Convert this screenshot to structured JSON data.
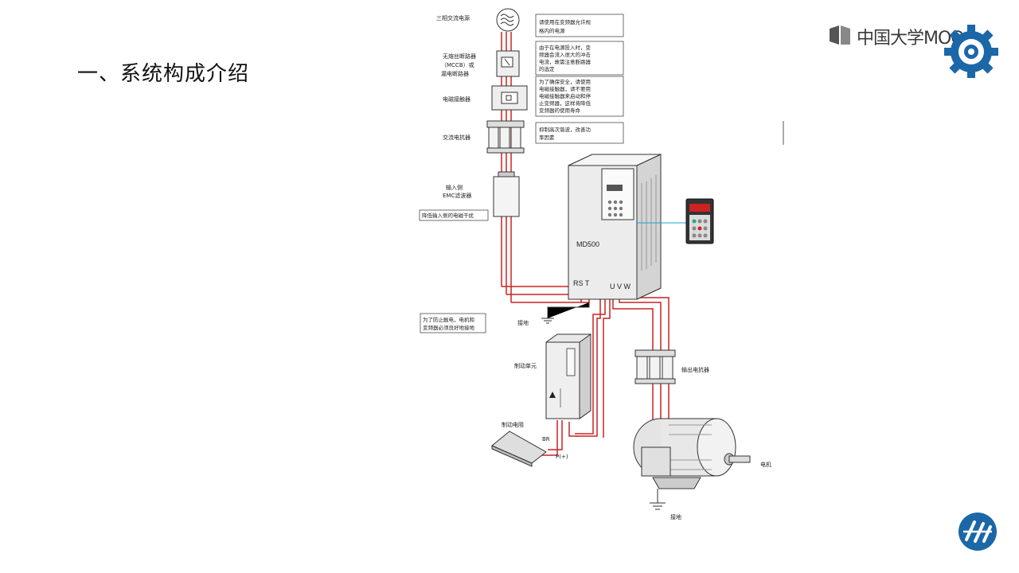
{
  "slide": {
    "title": "一、系统构成介绍"
  },
  "brand": {
    "mooc_text": "中国大学MOOC",
    "logo_icon": "gear-logo-icon",
    "footer_icon": "university-logo-icon"
  },
  "components": {
    "power": "三相交流电源",
    "breaker": [
      "无熔丝断路器",
      "（MCCB）或",
      "漏电断路器"
    ],
    "contactor": "电磁接触器",
    "ac_reactor": "交流电抗器",
    "emc_filter": [
      "输入侧",
      "EMC滤波器"
    ],
    "ground_top": "接地",
    "brake_unit": "制动单元",
    "brake_resistor": "制动电阻",
    "out_reactor": "输出电抗器",
    "motor": "电机",
    "ground_bottom": "接地",
    "inverter_model": "MD500",
    "terminals_in": "RS T",
    "terminals_out": "U V W",
    "br_label": "BR",
    "p_label": "P(+)",
    "minus_label": "–"
  },
  "notes": {
    "power": [
      "请使用在变频器允许规",
      "格内的电源"
    ],
    "breaker": [
      "由于在电源投入时，变",
      "频器会流入很大的冲击",
      "电流，故需注意断路器",
      "的选定"
    ],
    "contactor": [
      "为了确保安全，请使用",
      "电磁接触器，请不要用",
      "电磁接触器来启动和停",
      "止变频器，这样将降低",
      "变频器的使用寿命"
    ],
    "reactor": [
      "抑制高次谐波，改善功",
      "率因素"
    ],
    "emc": "降低输入侧的电磁干扰",
    "ground": [
      "为了防止触电，电机和",
      "变频器必须良好地接地"
    ]
  },
  "colors": {
    "wire": "#cc2222",
    "accent_blue": "#1b67a8",
    "device_gray": "#dcdcdc"
  }
}
